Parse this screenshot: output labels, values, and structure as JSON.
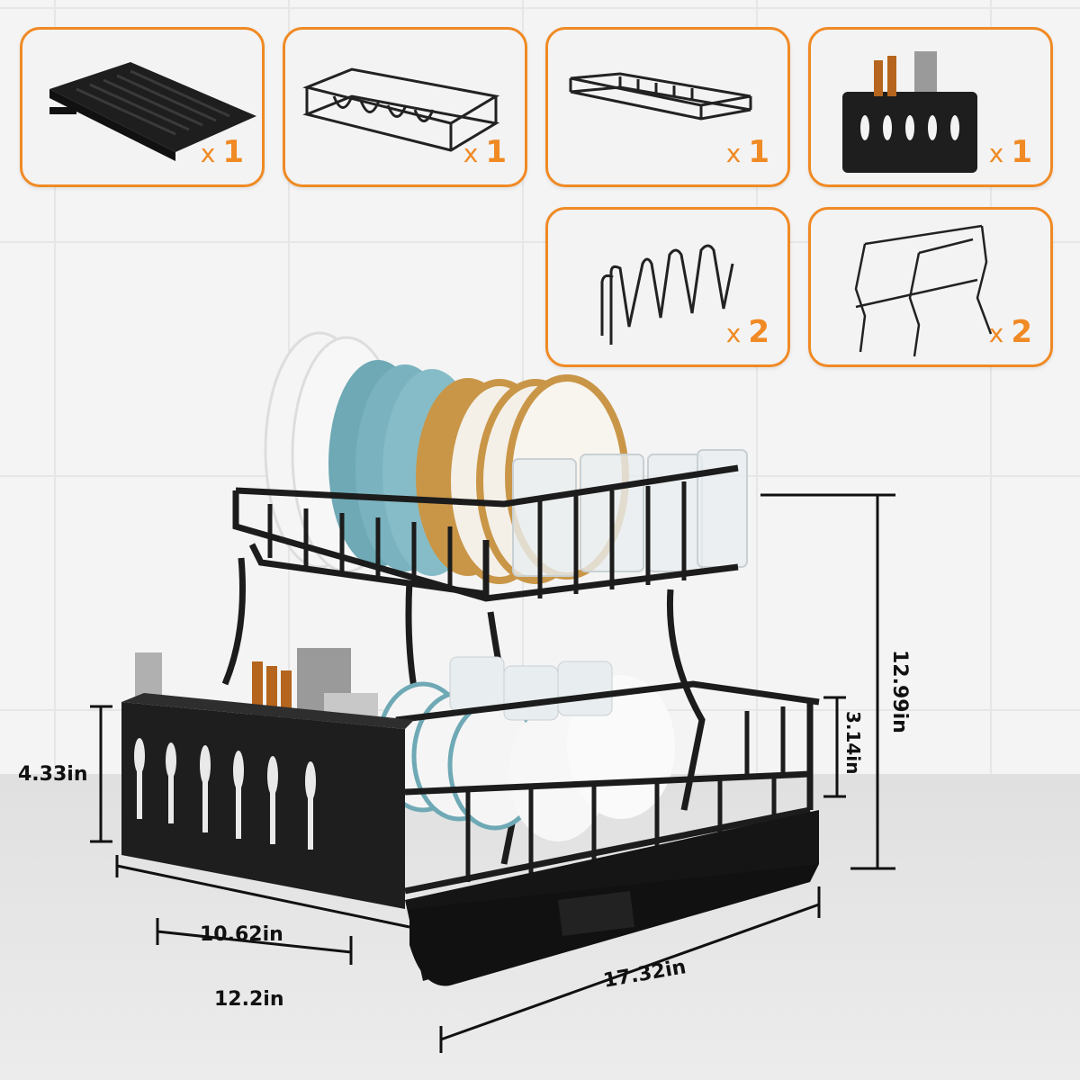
{
  "accessories": [
    {
      "name": "drip-tray",
      "qty_x": "x",
      "qty_n": "1"
    },
    {
      "name": "dish-rack-basket",
      "qty_x": "x",
      "qty_n": "1"
    },
    {
      "name": "upper-rack",
      "qty_x": "x",
      "qty_n": "1"
    },
    {
      "name": "utensil-holder",
      "qty_x": "x",
      "qty_n": "1"
    },
    {
      "name": "cup-holder",
      "qty_x": "x",
      "qty_n": "2"
    },
    {
      "name": "support-legs",
      "qty_x": "x",
      "qty_n": "2"
    }
  ],
  "dimensions": {
    "total_height": "12.99in",
    "lower_rail_height": "3.14in",
    "holder_height": "4.33in",
    "inner_depth": "10.62in",
    "depth": "12.2in",
    "width": "17.32in"
  },
  "colors": {
    "accent": "#f08a24",
    "rack": "#1c1c1c"
  }
}
